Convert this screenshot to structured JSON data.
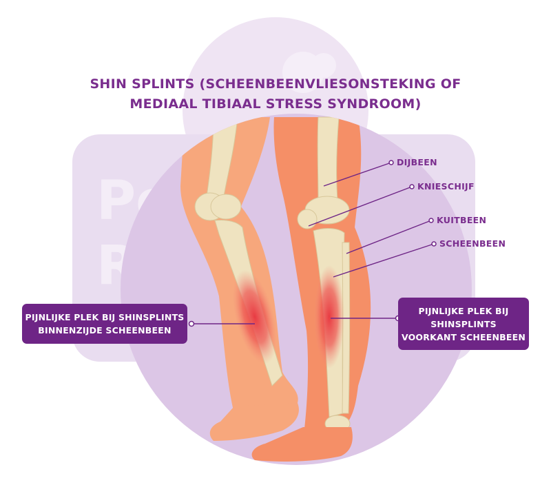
{
  "title": {
    "line1": "SHIN SPLINTS (SCHEENBEENVLIESONSTEKING OF",
    "line2": "MEDIAAL TIBIAAL STRESS SYNDROOM)"
  },
  "labels": {
    "dijbeen": "DIJBEEN",
    "knieschijf": "KNIESCHIJF",
    "kuitbeen": "KUITBEEN",
    "scheenbeen": "SCHEENBEEN"
  },
  "callouts": {
    "left": {
      "line1": "PIJNLIJKE PLEK BIJ SHINSPLINTS",
      "line2": "BINNENZIJDE SCHEENBEEN"
    },
    "right": {
      "line1": "PIJNLIJKE PLEK BIJ",
      "line2": "SHINSPLINTS",
      "line3": "VOORKANT SCHEENBEEN"
    }
  },
  "watermark": {
    "line1": "Pe          e",
    "line2": "R                 k"
  },
  "colors": {
    "accent": "#7a2d8e",
    "callout_bg": "#6e2586",
    "skin": "#f7a77c",
    "bone": "#efe3c0",
    "pain": "#e8323c",
    "backdrop": "#e6d6ee"
  }
}
